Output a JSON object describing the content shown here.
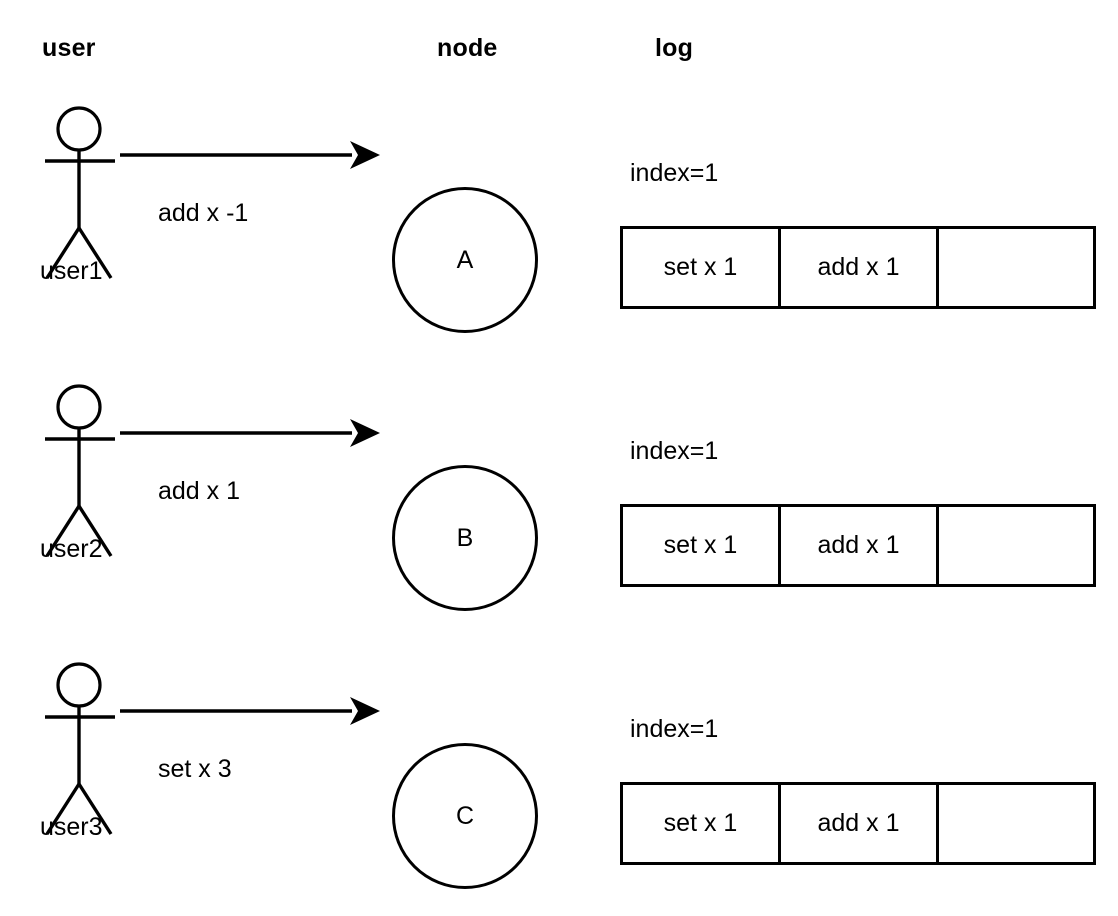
{
  "headers": {
    "user": "user",
    "node": "node",
    "log": "log"
  },
  "rows": [
    {
      "actor_label": "user1",
      "message": "add x -1",
      "node_label": "A",
      "log_index": "index=1",
      "log_cells": [
        "set x 1",
        "add x 1",
        ""
      ]
    },
    {
      "actor_label": "user2",
      "message": "add x 1",
      "node_label": "B",
      "log_index": "index=1",
      "log_cells": [
        "set x 1",
        "add x 1",
        ""
      ]
    },
    {
      "actor_label": "user3",
      "message": "set x 3",
      "node_label": "C",
      "log_index": "index=1",
      "log_cells": [
        "set x 1",
        "add x 1",
        ""
      ]
    }
  ],
  "colors": {
    "stroke": "#000000",
    "background": "#ffffff",
    "text": "#000000"
  }
}
